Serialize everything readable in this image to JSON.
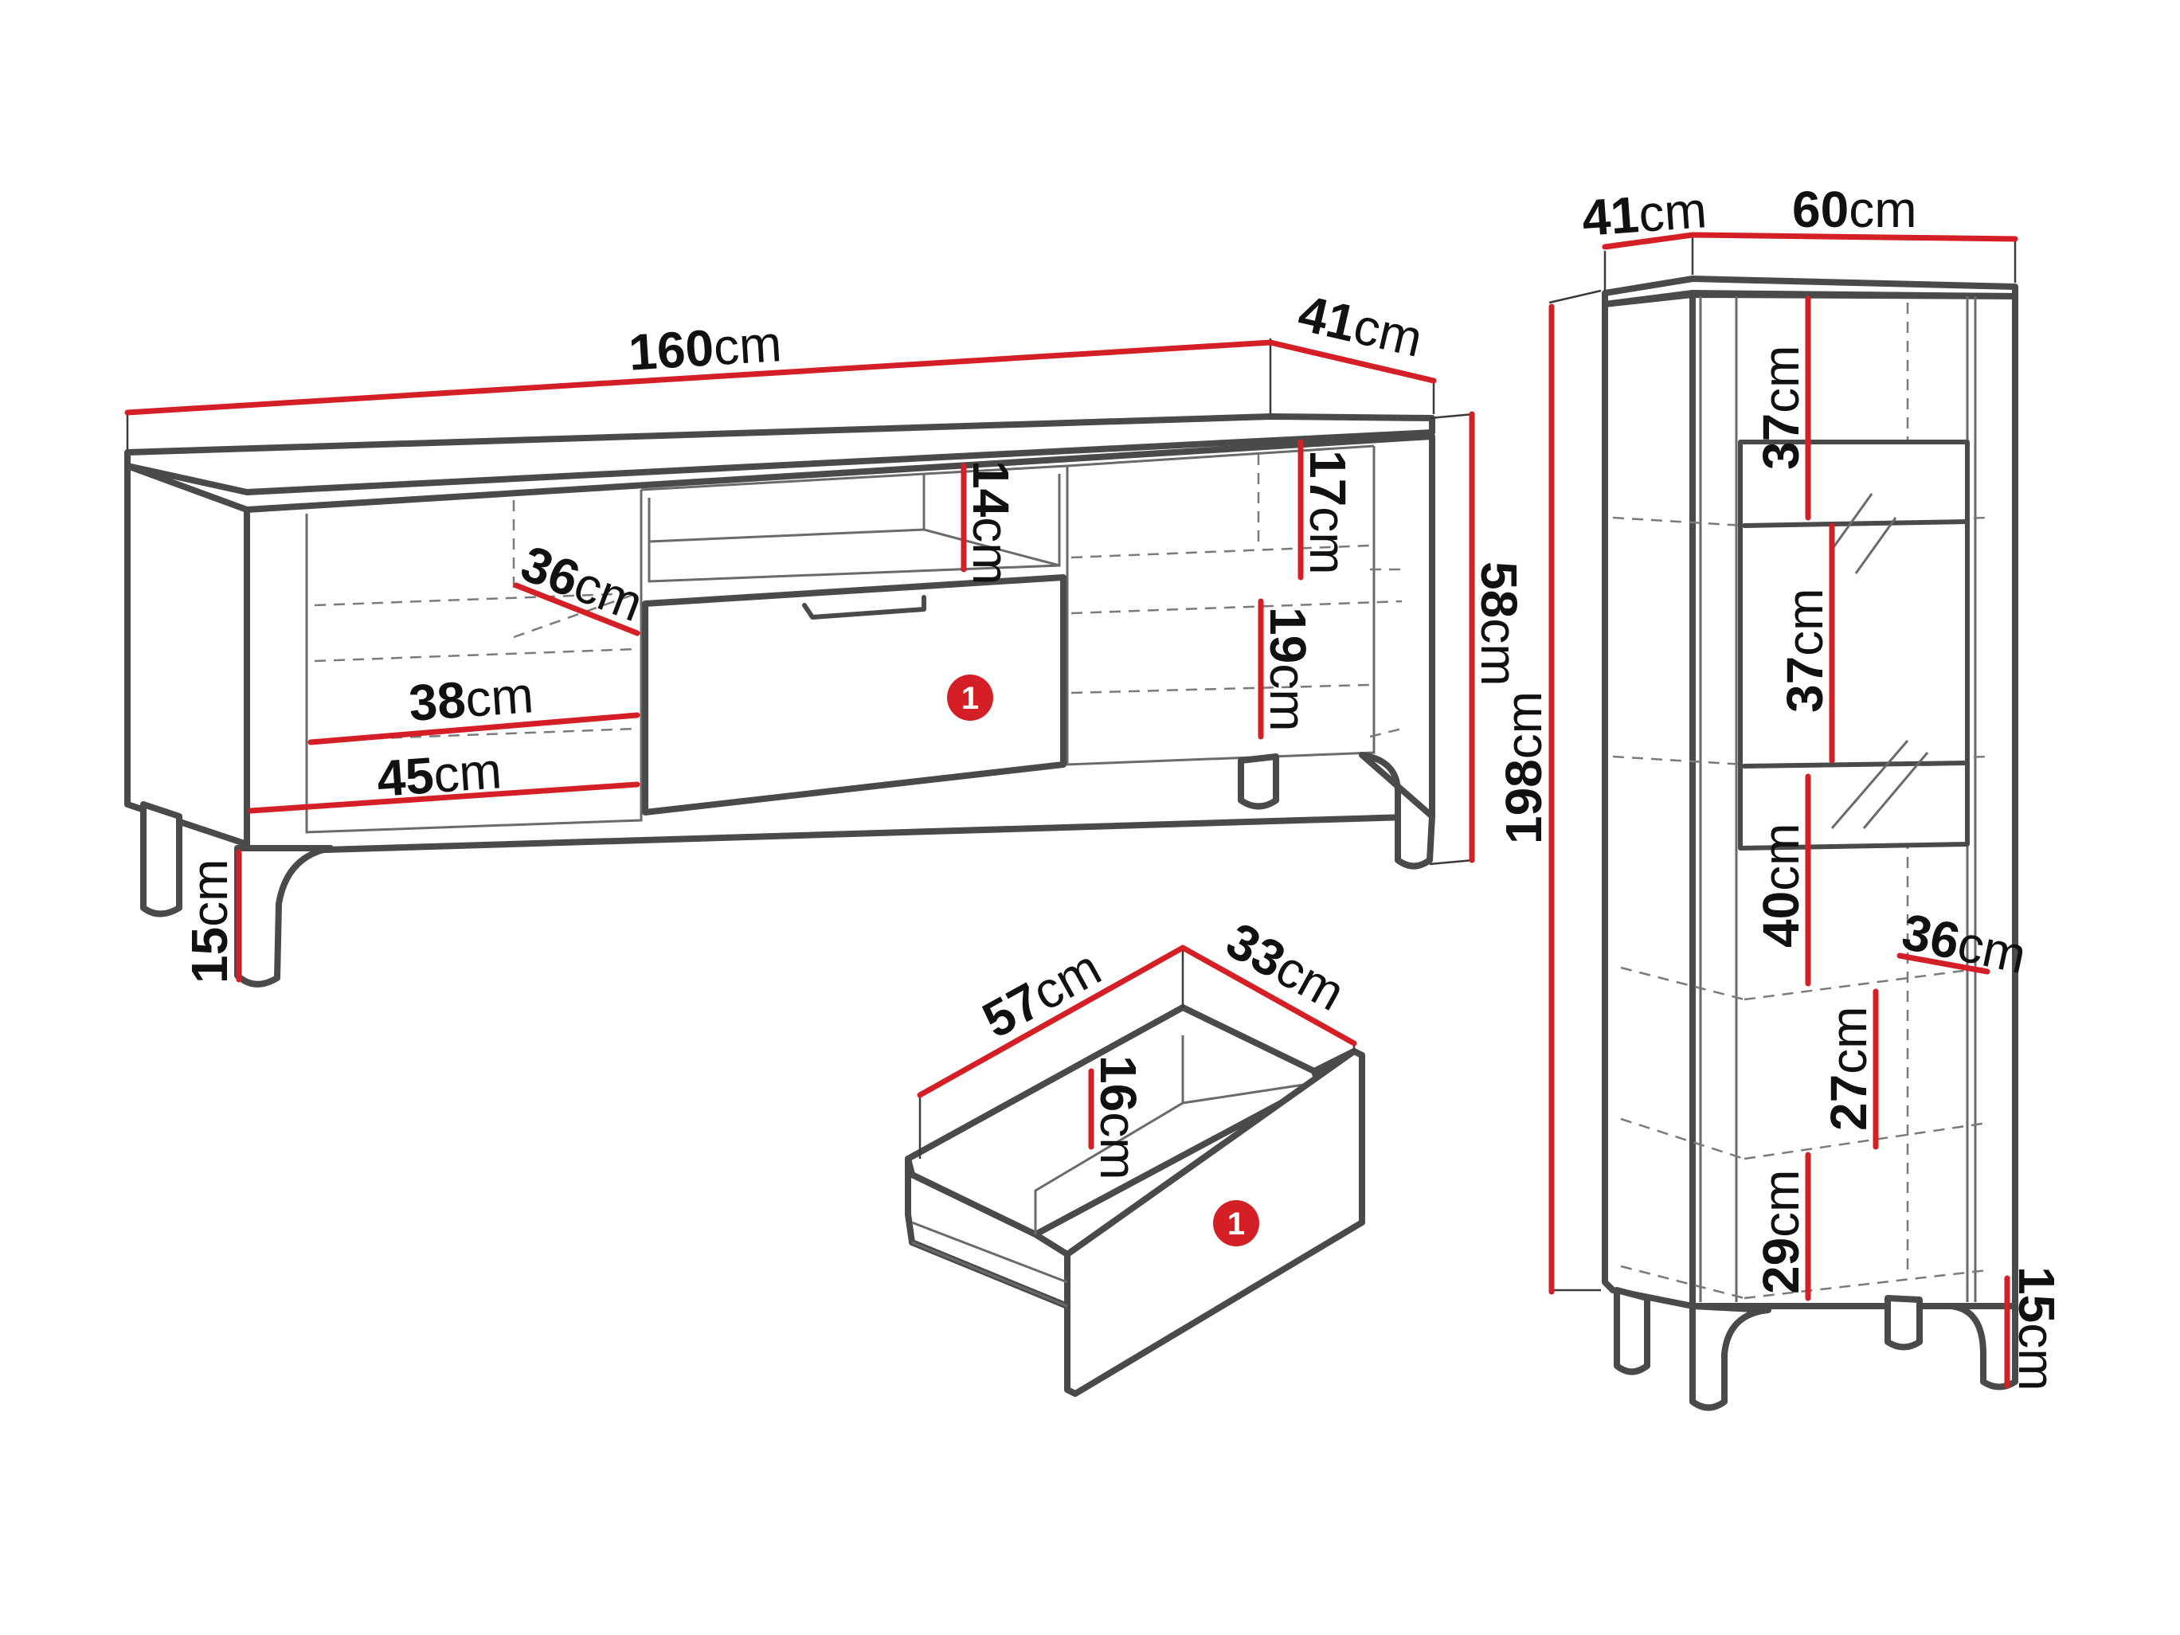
{
  "accent_color": "#d41f26",
  "tv_stand": {
    "width": {
      "value": "160",
      "unit": "cm"
    },
    "depth": {
      "value": "41",
      "unit": "cm"
    },
    "height": {
      "value": "58",
      "unit": "cm"
    },
    "leg_height": {
      "value": "15",
      "unit": "cm"
    },
    "shelf_depth": {
      "value": "36",
      "unit": "cm"
    },
    "inner_width": {
      "value": "38",
      "unit": "cm"
    },
    "compartment_width": {
      "value": "45",
      "unit": "cm"
    },
    "niche_height": {
      "value": "14",
      "unit": "cm"
    },
    "upper_height": {
      "value": "17",
      "unit": "cm"
    },
    "lower_height": {
      "value": "19",
      "unit": "cm"
    },
    "drawer_marker": "1"
  },
  "drawer": {
    "width": {
      "value": "57",
      "unit": "cm"
    },
    "depth": {
      "value": "33",
      "unit": "cm"
    },
    "height": {
      "value": "16",
      "unit": "cm"
    },
    "marker": "1"
  },
  "display_cabinet": {
    "depth": {
      "value": "41",
      "unit": "cm"
    },
    "width": {
      "value": "60",
      "unit": "cm"
    },
    "height": {
      "value": "198",
      "unit": "cm"
    },
    "leg_height": {
      "value": "15",
      "unit": "cm"
    },
    "shelf_depth": {
      "value": "36",
      "unit": "cm"
    },
    "compartments": [
      {
        "value": "37",
        "unit": "cm"
      },
      {
        "value": "37",
        "unit": "cm"
      },
      {
        "value": "40",
        "unit": "cm"
      },
      {
        "value": "27",
        "unit": "cm"
      },
      {
        "value": "29",
        "unit": "cm"
      }
    ]
  }
}
